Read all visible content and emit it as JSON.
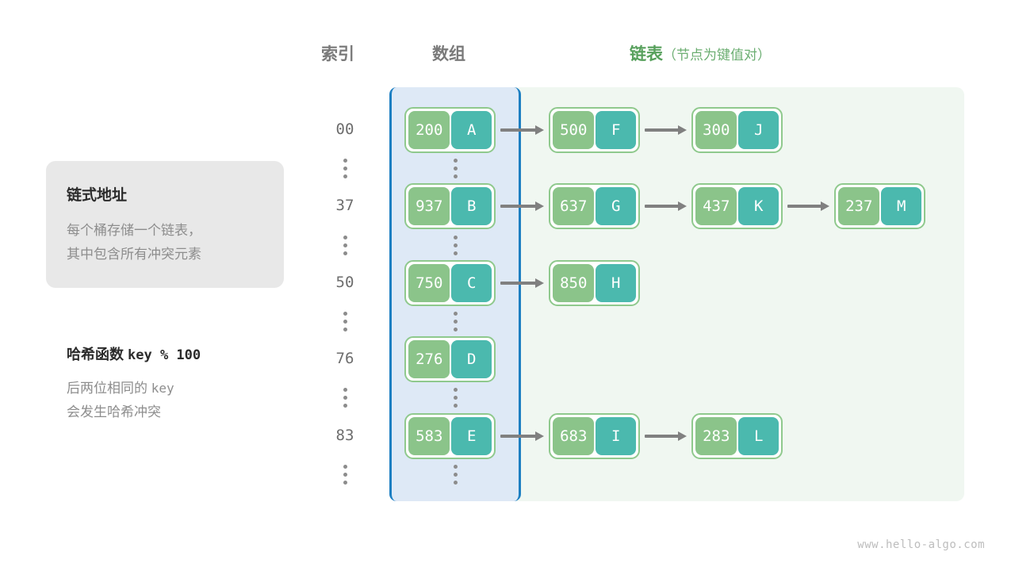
{
  "headers": {
    "index": "索引",
    "array": "数组",
    "list_main": "链表",
    "list_sub": "（节点为键值对）"
  },
  "info_card": {
    "title": "链式地址",
    "line1": "每个桶存储一个链表，",
    "line2": "其中包含所有冲突元素"
  },
  "hash_note": {
    "title_label": "哈希函数",
    "title_expr": "key % 100",
    "line1_a": "后两位相同的",
    "line1_b": "key",
    "line2": "会发生哈希冲突"
  },
  "colors": {
    "key_cell": "#8bc48a",
    "value_cell": "#4bb9ae",
    "node_border": "#8fc98d",
    "array_strip_bg": "#dee9f6",
    "array_strip_border": "#1d7fc2",
    "list_panel_bg": "#f0f7f1",
    "arrow": "#808080",
    "header_gray": "#7a7a7a",
    "header_green": "#57a05c",
    "card_bg": "#e8e8e8",
    "muted_text": "#8d8d8d"
  },
  "buckets": [
    {
      "index": "00",
      "bucket_node": {
        "key": "200",
        "value": "A"
      },
      "chain": [
        {
          "key": "500",
          "value": "F"
        },
        {
          "key": "300",
          "value": "J"
        }
      ]
    },
    {
      "index": "37",
      "bucket_node": {
        "key": "937",
        "value": "B"
      },
      "chain": [
        {
          "key": "637",
          "value": "G"
        },
        {
          "key": "437",
          "value": "K"
        },
        {
          "key": "237",
          "value": "M"
        }
      ]
    },
    {
      "index": "50",
      "bucket_node": {
        "key": "750",
        "value": "C"
      },
      "chain": [
        {
          "key": "850",
          "value": "H"
        }
      ]
    },
    {
      "index": "76",
      "bucket_node": {
        "key": "276",
        "value": "D"
      },
      "chain": []
    },
    {
      "index": "83",
      "bucket_node": {
        "key": "583",
        "value": "E"
      },
      "chain": [
        {
          "key": "683",
          "value": "I"
        },
        {
          "key": "283",
          "value": "L"
        }
      ]
    }
  ],
  "watermark": "www.hello-algo.com"
}
